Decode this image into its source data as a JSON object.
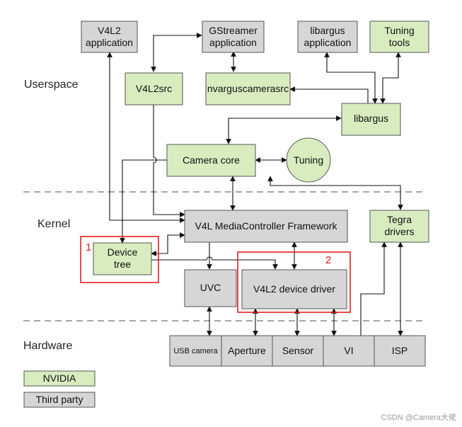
{
  "layers": {
    "userspace": "Userspace",
    "kernel": "Kernel",
    "hardware": "Hardware"
  },
  "nodes": {
    "v4l2_app": [
      "V4L2",
      "application"
    ],
    "gstreamer_app": [
      "GStreamer",
      "application"
    ],
    "libargus_app": [
      "libargus",
      "application"
    ],
    "tuning_tools": [
      "Tuning",
      "tools"
    ],
    "v4l2src": "V4L2src",
    "nvarguscamerasrc": "nvarguscamerasrc",
    "libargus": "libargus",
    "camera_core": "Camera core",
    "tuning": "Tuning",
    "v4l_mc": "V4L MediaController Framework",
    "tegra_drivers": [
      "Tegra",
      "drivers"
    ],
    "device_tree": [
      "Device",
      "tree"
    ],
    "uvc": "UVC",
    "v4l2_device_driver": "V4L2 device driver",
    "usb_camera": "USB camera",
    "aperture": "Aperture",
    "sensor": "Sensor",
    "vi": "VI",
    "isp": "ISP"
  },
  "highlights": {
    "first": "1",
    "second": "2"
  },
  "legend": {
    "nvidia": "NVIDIA",
    "third_party": "Third party"
  },
  "colors": {
    "nvidia": "#d9ecc0",
    "third_party": "#d6d6d6",
    "highlight": "#e02020"
  },
  "watermark": "CSDN @Camera大佬"
}
